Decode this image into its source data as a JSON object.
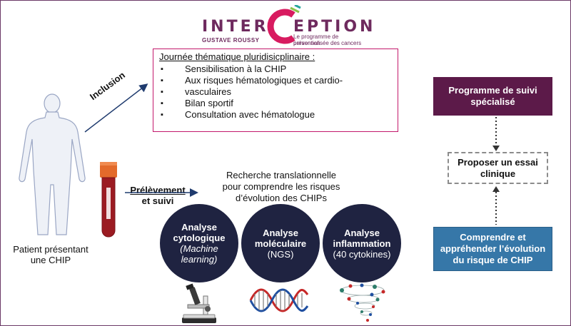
{
  "logo": {
    "word_left": "INTER",
    "word_right": "EPTION",
    "sub_left": "GUSTAVE ROUSSY",
    "sub_right_line1": "Le programme de prévention",
    "sub_right_line2": "personnalisée des cancers",
    "colors": {
      "purple": "#6e2a5e",
      "pink": "#d81b60",
      "green": "#8bc34a",
      "teal": "#26a69a"
    }
  },
  "journee": {
    "title": "Journée thématique pluridisicplinaire :",
    "items": [
      "Sensibilisation à la CHIP",
      "Aux risques hématologiques et cardio-",
      "vasculaires",
      "Bilan sportif",
      "Consultation avec hématologue"
    ],
    "border_color": "#c2186b"
  },
  "labels": {
    "inclusion": "Inclusion",
    "prelevement_line1": "Prélèvement",
    "prelevement_line2": "et suivi",
    "patient_line1": "Patient présentant",
    "patient_line2": "une CHIP",
    "recherche_line1": "Recherche translationnelle",
    "recherche_line2": "pour comprendre les risques",
    "recherche_line3": "d’évolution des CHIPs"
  },
  "circles": {
    "cyto": {
      "line1": "Analyse",
      "line2": "cytologique",
      "line3": "(Machine",
      "line4": "learning)"
    },
    "mol": {
      "line1": "Analyse",
      "line2": "moléculaire",
      "line3": "(NGS)"
    },
    "inflam": {
      "line1": "Analyse",
      "line2": "inflammation",
      "line3": "(40 cytokines)"
    }
  },
  "right": {
    "programme_line1": "Programme de suivi",
    "programme_line2": "spécialisé",
    "essai_line1": "Proposer un essai",
    "essai_line2": "clinique",
    "comprendre_line1": "Comprendre et",
    "comprendre_line2": "appréhender l’évolution",
    "comprendre_line3": "du risque de CHIP"
  },
  "icons": {
    "body": "human-body-icon",
    "tube": "blood-tube-icon",
    "microscope": "microscope-icon",
    "dna": "dna-helix-icon",
    "cytokine": "cytokine-swirl-icon"
  },
  "colors": {
    "frame": "#6b3a66",
    "circle_bg": "#1f2341",
    "programme_bg": "#5c1a49",
    "comprendre_bg": "#3677a8",
    "arrow": "#1f3b6e",
    "blood": "#9b1b22",
    "cap": "#e36a2b"
  }
}
